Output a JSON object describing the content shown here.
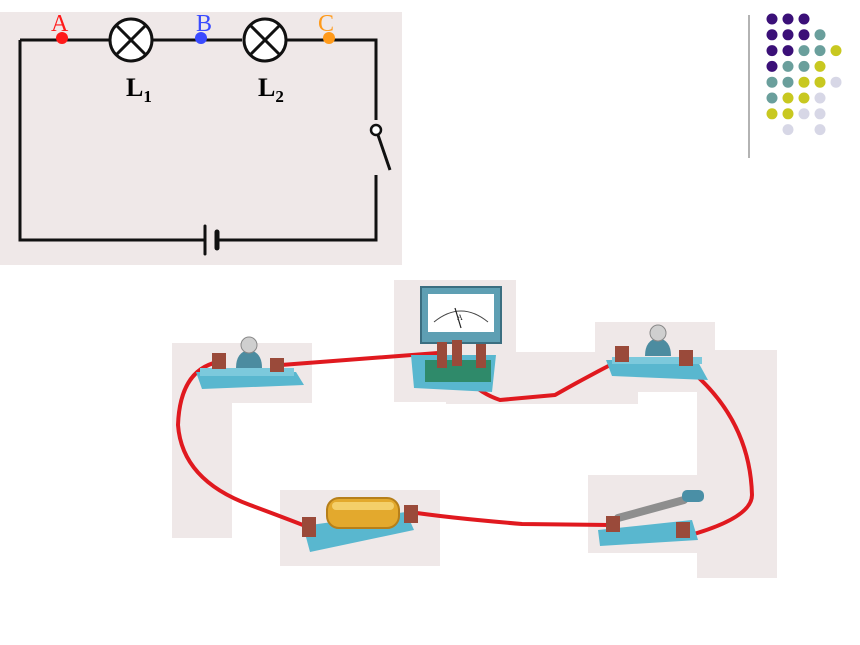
{
  "schematic": {
    "points": [
      {
        "label": "A",
        "color": "#ff1a1a"
      },
      {
        "label": "B",
        "color": "#3a4bff"
      },
      {
        "label": "C",
        "color": "#ff9a1a"
      }
    ],
    "lamps": [
      {
        "name": "L",
        "sub": "1"
      },
      {
        "name": "L",
        "sub": "2"
      }
    ],
    "panel_color": "#efe8e8",
    "wire_color": "#111111"
  },
  "photo": {
    "wire_color": "#e0191f",
    "components": [
      "lamp-1",
      "ammeter",
      "lamp-2",
      "battery",
      "knife-switch"
    ]
  },
  "decor": {
    "dot_colors": [
      "#3b1078",
      "#6a9f9c",
      "#c8c820",
      "#d7d7e6"
    ]
  }
}
